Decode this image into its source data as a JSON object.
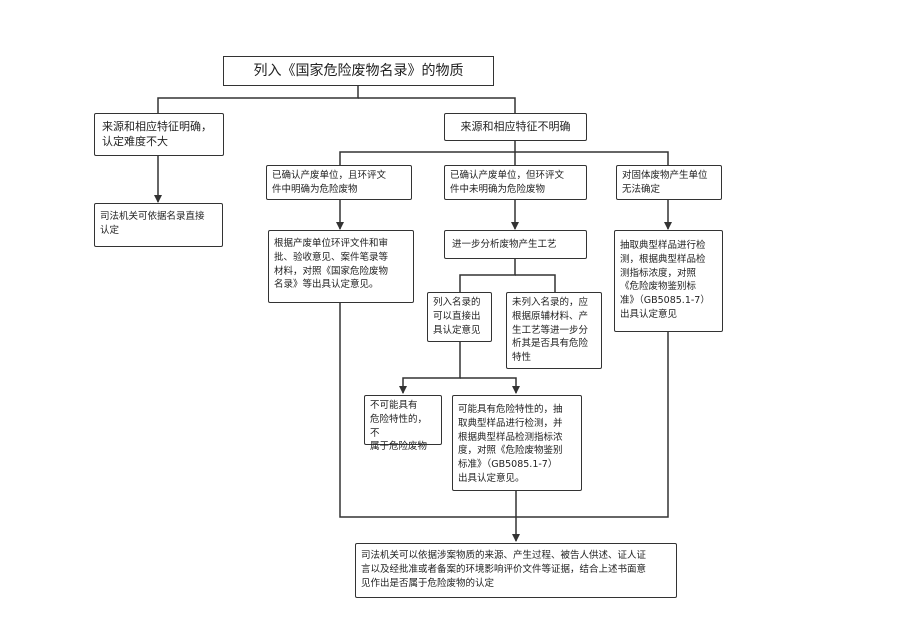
{
  "nodes": {
    "root": "列入《国家危险废物名录》的物质",
    "clear": "来源和相应特征明确，\n认定难度不大",
    "unclear": "来源和相应特征不明确",
    "judicial_direct": "司法机关可依据名录直接\n认定",
    "unit_with_eia": "已确认产废单位，且环评文\n件中明确为危险废物",
    "unit_without_eia": "已确认产废单位，但环评文\n件中未明确为危险废物",
    "no_unit": "对固体废物产生单位\n无法确定",
    "unit_basis": "根据产废单位环评文件和审\n批、验收意见、案件笔录等\n材料，对照《国家危险废物\n名录》等出具认定意见。",
    "process_analysis": "进一步分析废物产生工艺",
    "in_list": "列入名录的\n可以直接出\n具认定意见",
    "not_in_list": "未列入名录的，应\n根据原辅材料、产\n生工艺等进一步分\n析其是否具有危险\n特性",
    "sampling_no_unit": "抽取典型样品进行检\n测，根据典型样品检\n测指标浓度，对照\n《危险废物鉴别标\n准》（GB5085.1-7）\n出具认定意见",
    "not_hazardous": "不可能具有\n危险特性的，不\n属于危险废物",
    "maybe_hazardous": "可能具有危险特性的，抽\n取典型样品进行检测，并\n根据典型样品检测指标浓\n度，对照《危险废物鉴别\n标准》（GB5085.1-7）\n出具认定意见。",
    "final": "司法机关可以依据涉案物质的来源、产生过程、被告人供述、证人证\n言以及经批准或者备案的环境影响评价文件等证据，结合上述书面意\n见作出是否属于危险废物的认定"
  }
}
